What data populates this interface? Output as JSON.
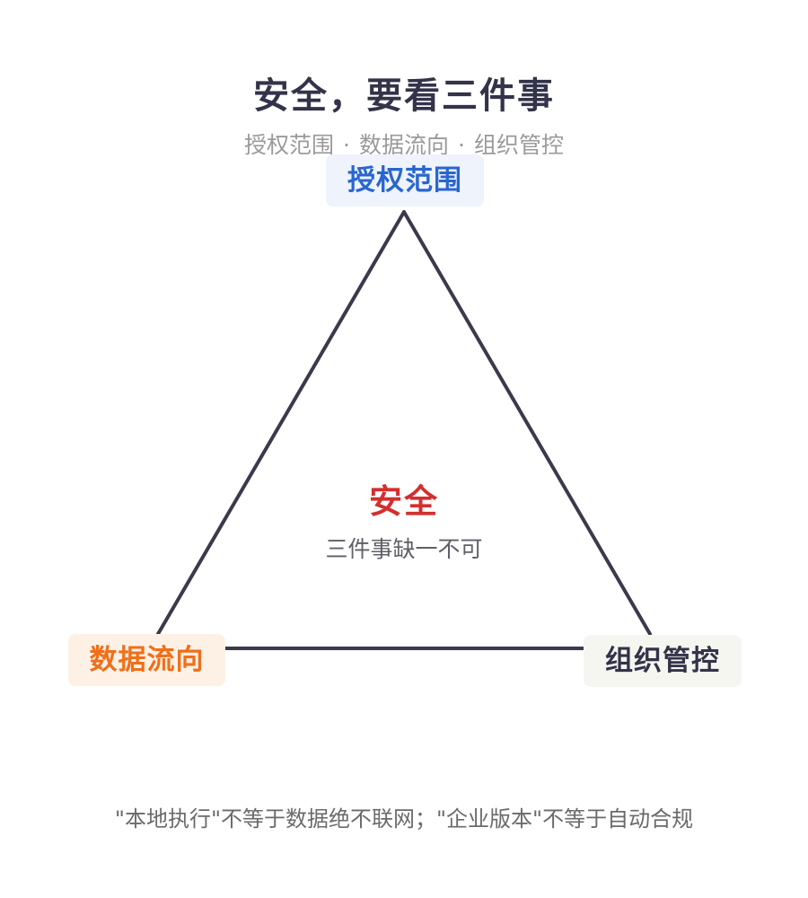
{
  "title": "安全，要看三件事",
  "subtitle": {
    "items": [
      "授权范围",
      "数据流向",
      "组织管控"
    ],
    "separator": "·"
  },
  "nodes": {
    "top": "授权范围",
    "left": "数据流向",
    "right": "组织管控"
  },
  "center": {
    "title": "安全",
    "subtitle": "三件事缺一不可"
  },
  "footer": "\"本地执行\"不等于数据绝不联网；\"企业版本\"不等于自动合规",
  "colors": {
    "title": "#33334a",
    "edge": "#3a3a4c",
    "top_node_text": "#2a66cf",
    "top_node_bg": "#eef3fc",
    "left_node_text": "#f06f1a",
    "left_node_bg": "#fdf1e6",
    "right_node_text": "#33334a",
    "right_node_bg": "#f6f6f1",
    "center_title": "#d32f2f"
  }
}
